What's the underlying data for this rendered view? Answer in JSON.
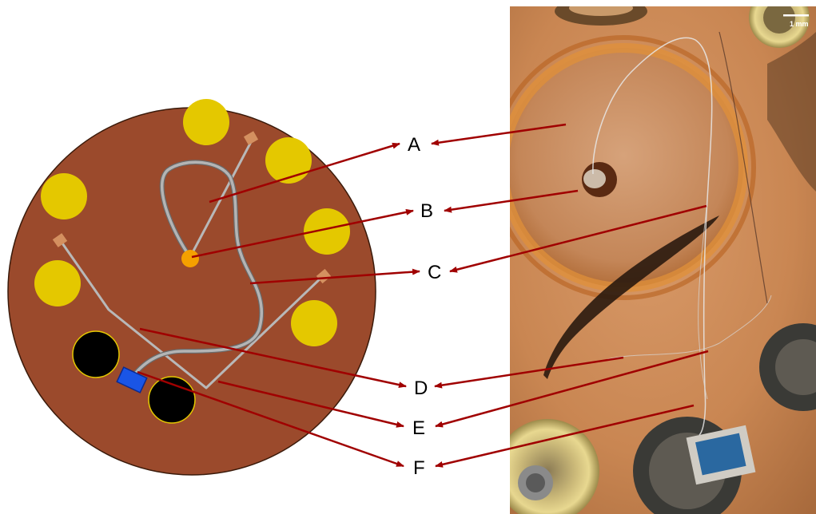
{
  "labels": [
    "A",
    "B",
    "C",
    "D",
    "E",
    "F"
  ],
  "scale_bar": {
    "text": "1 mm"
  },
  "colors": {
    "board": "#9b4a2c",
    "pad_yellow": "#e4c800",
    "hole_black": "#000000",
    "chip_blue": "#1a55e6",
    "wire_grey": "#9a9a9a",
    "arrow_red": "#a00000",
    "center_orange": "#f5a000"
  }
}
